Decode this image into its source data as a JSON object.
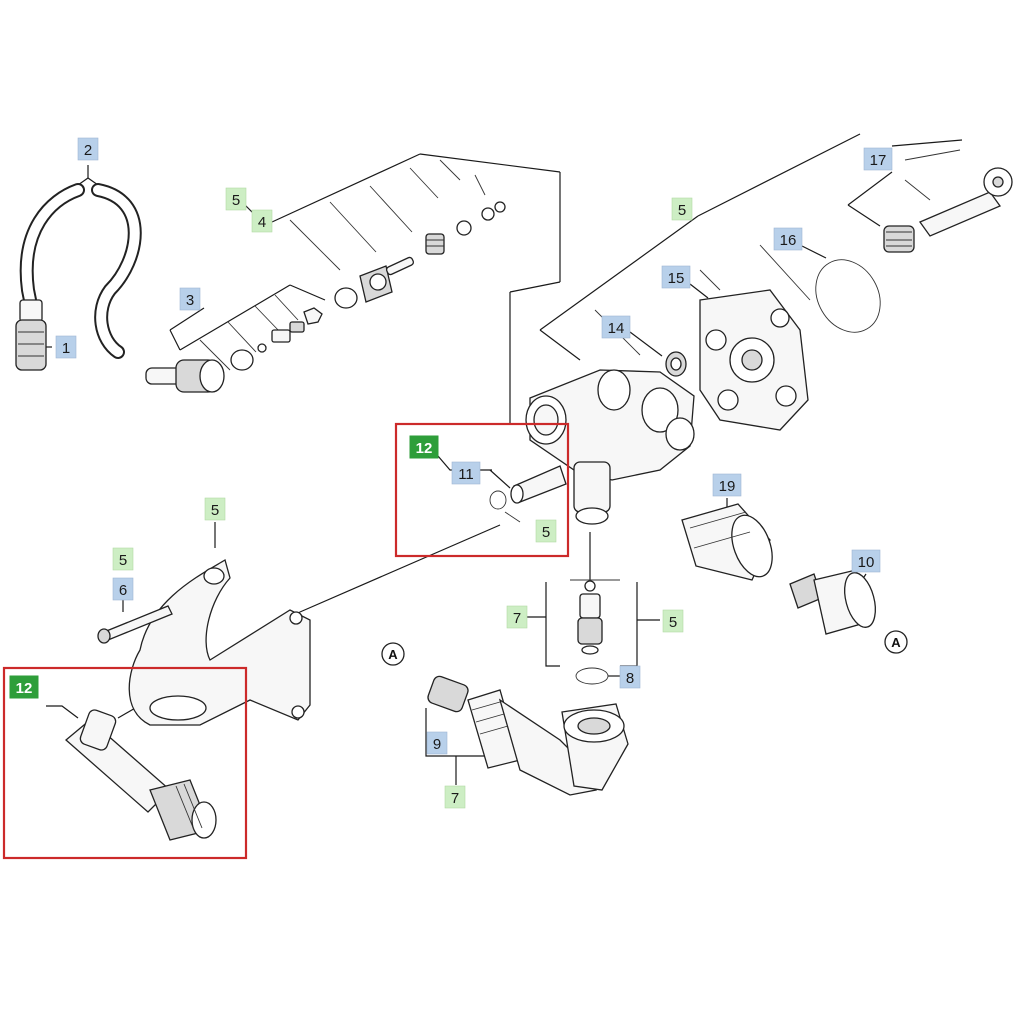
{
  "diagram": {
    "ref_marker": "A",
    "callouts": [
      {
        "text": "2",
        "style": "blue"
      },
      {
        "text": "1",
        "style": "blue"
      },
      {
        "text": "5",
        "style": "green"
      },
      {
        "text": "4",
        "style": "green"
      },
      {
        "text": "3",
        "style": "blue"
      },
      {
        "text": "17",
        "style": "blue"
      },
      {
        "text": "5",
        "style": "green"
      },
      {
        "text": "16",
        "style": "blue"
      },
      {
        "text": "15",
        "style": "blue"
      },
      {
        "text": "14",
        "style": "blue"
      },
      {
        "text": "12",
        "style": "dark-green"
      },
      {
        "text": "11",
        "style": "blue"
      },
      {
        "text": "5",
        "style": "green"
      },
      {
        "text": "5",
        "style": "green"
      },
      {
        "text": "5",
        "style": "green"
      },
      {
        "text": "6",
        "style": "blue"
      },
      {
        "text": "19",
        "style": "blue"
      },
      {
        "text": "10",
        "style": "blue"
      },
      {
        "text": "7",
        "style": "green"
      },
      {
        "text": "5",
        "style": "green"
      },
      {
        "text": "8",
        "style": "blue"
      },
      {
        "text": "12",
        "style": "dark-green"
      },
      {
        "text": "9",
        "style": "blue"
      },
      {
        "text": "7",
        "style": "green"
      }
    ],
    "highlight_color": "#cc2a2a",
    "label_colors": {
      "blue": "#b8d0ea",
      "green": "#cdeec4",
      "dark_green": "#2e9e3a"
    }
  }
}
